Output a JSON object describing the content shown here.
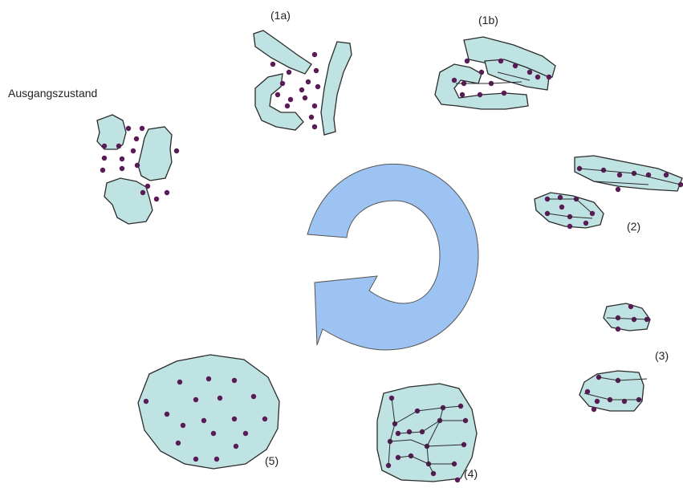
{
  "labels": {
    "initial": "Ausgangszustand",
    "stage_1a": "(1a)",
    "stage_1b": "(1b)",
    "stage_2": "(2)",
    "stage_3": "(3)",
    "stage_4": "(4)",
    "stage_5": "(5)"
  },
  "colors": {
    "particle_fill": "#bfe3e3",
    "particle_stroke": "#2b2b2b",
    "dot": "#5a1a55",
    "arrow_fill": "#9cc3f2",
    "arrow_stroke": "#555555"
  }
}
